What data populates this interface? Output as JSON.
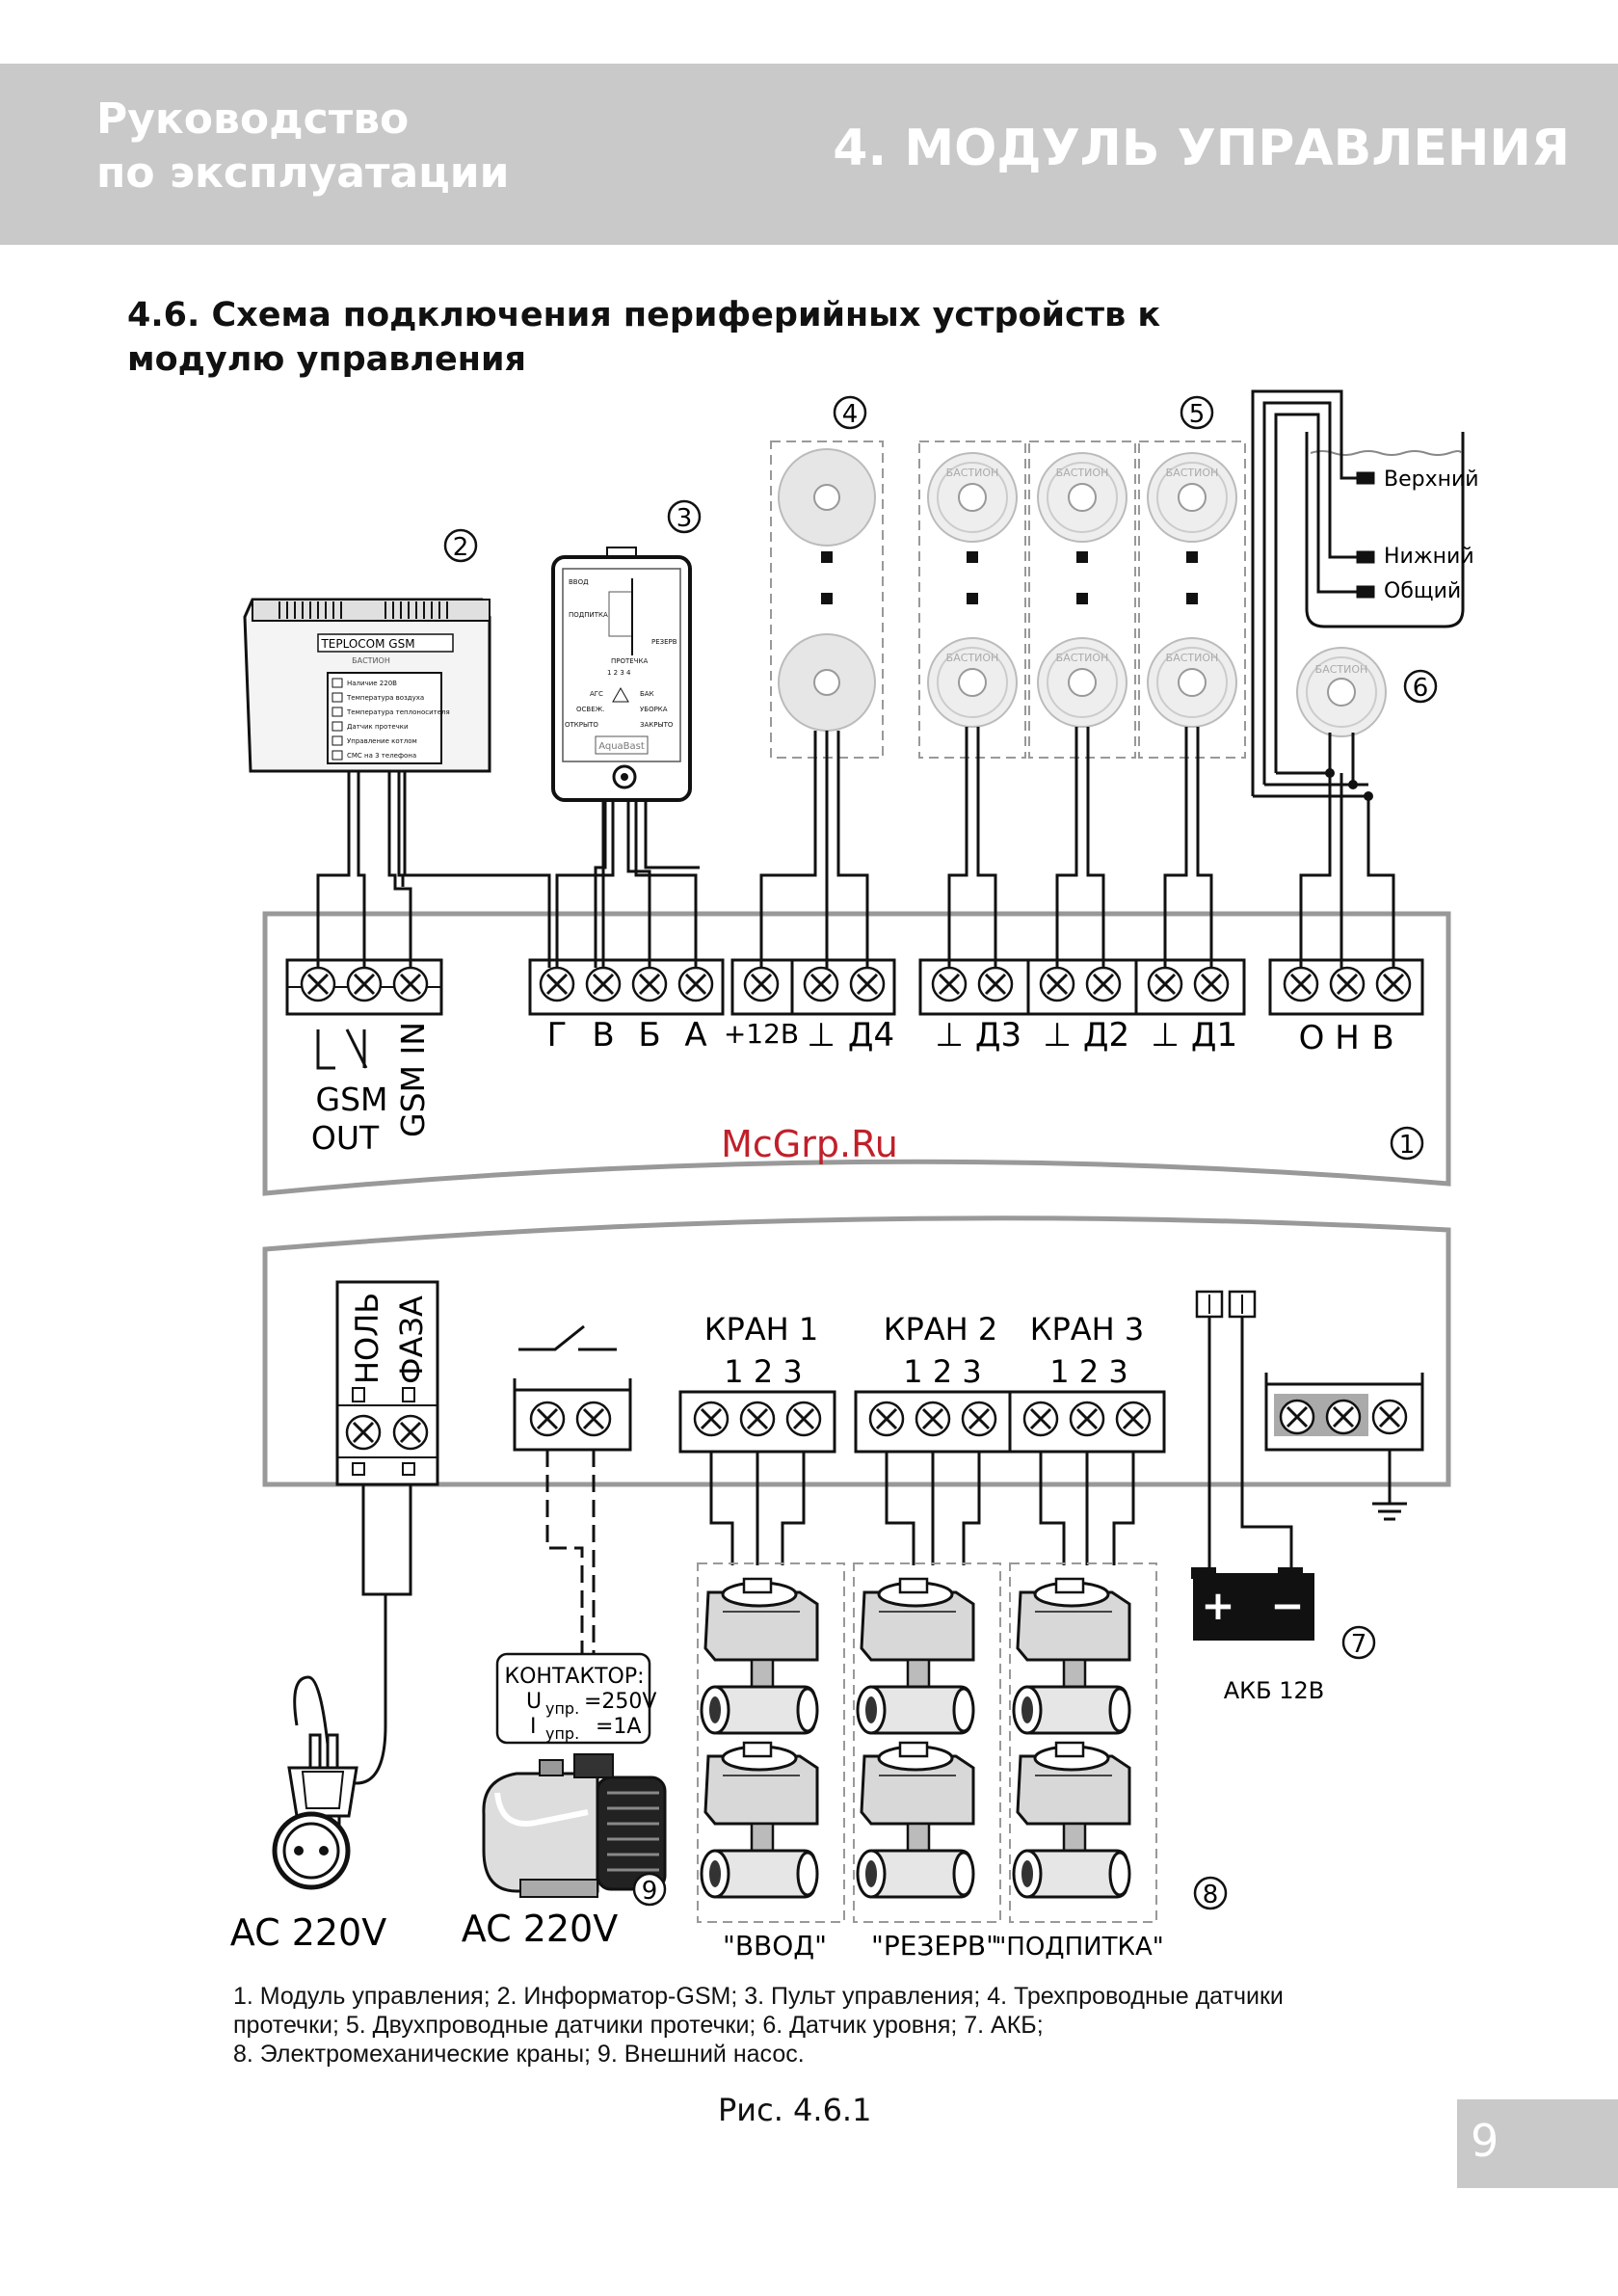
{
  "header": {
    "left_line1": "Руководство",
    "left_line2": "по эксплуатации",
    "right_title": "4. МОДУЛЬ УПРАВЛЕНИЯ",
    "bg_color": "#c9c9c9"
  },
  "section": {
    "title_line1": "4.6. Схема подключения периферийных устройств к",
    "title_line2": "модулю управления"
  },
  "callouts": {
    "n1": "1",
    "n2": "2",
    "n3": "3",
    "n4": "4",
    "n5": "5",
    "n6": "6",
    "n7": "7",
    "n8": "8",
    "n9": "9"
  },
  "tank": {
    "upper": "Верхний",
    "lower": "Нижний",
    "common": "Общий"
  },
  "gsm_device": {
    "brand": "TEPLOCOM GSM",
    "sub": "БАСТИОН",
    "rows": [
      "Наличие 220В",
      "Температура воздуха",
      "Температура теплоносителя",
      "Датчик протечки",
      "Управление котлом",
      "СМС на 3 телефона"
    ]
  },
  "panel": {
    "l_vvod": "ВВОД",
    "l_podpitka": "ПОДПИТКА",
    "l_rezerv": "РЕЗЕРВ",
    "l_protechka": "ПРОТЕЧКА",
    "l_agc": "АГС",
    "l_bak": "БАК",
    "l_osvezh": "ОСВЕЖ.",
    "l_uborka": "УБОРКА",
    "l_otkryto": "ОТКРЫТО",
    "l_zakryto": "ЗАКРЫТО",
    "l_nums": "1   2   3   4",
    "brand": "AquaBast"
  },
  "sensor_text": "БАСТИОН",
  "module_top": {
    "gsm_out_1": "GSM",
    "gsm_out_2": "OUT",
    "gsm_in": "GSM IN",
    "g": "Г",
    "v": "В",
    "b": "Б",
    "a": "А",
    "p12": "+12В",
    "gnd4": "⊥",
    "d4": "Д4",
    "gnd3": "⊥",
    "d3": "Д3",
    "gnd2": "⊥",
    "d2": "Д2",
    "gnd1": "⊥",
    "d1": "Д1",
    "lev_o": "О",
    "lev_n": "Н",
    "lev_v": "В"
  },
  "watermark": "McGrp.Ru",
  "module_bottom": {
    "nol": "НОЛЬ",
    "faza": "ФАЗА",
    "kran1": "КРАН 1",
    "kran2": "КРАН 2",
    "kran3": "КРАН 3",
    "pins": "1 2 3"
  },
  "contactor": {
    "title": "КОНТАКТОР:",
    "u": "U",
    "u_sub": "упр.",
    "u_val": "=250V",
    "i": "I",
    "i_sub": "упр.",
    "i_val": "=1A"
  },
  "battery": {
    "plus": "+",
    "minus": "−",
    "label": "АКБ 12В"
  },
  "ac_left": "AC 220V",
  "ac_right": "AC 220V",
  "valve_labels": {
    "vvod": "\"ВВОД\"",
    "rezerv": "\"РЕЗЕРВ\"",
    "podpitka": "\"ПОДПИТКА\""
  },
  "caption_list": {
    "line1": "1. Модуль управления;  2. Информатор-GSM;  3. Пульт управления;  4. Трехпроводные датчики",
    "line2": "протечки; 5. Двухпроводные датчики протечки; 6. Датчик уровня; 7. АКБ;",
    "line3": "8. Электромеханические краны; 9. Внешний насос."
  },
  "figure_caption": "Рис. 4.6.1",
  "page_number": "9"
}
